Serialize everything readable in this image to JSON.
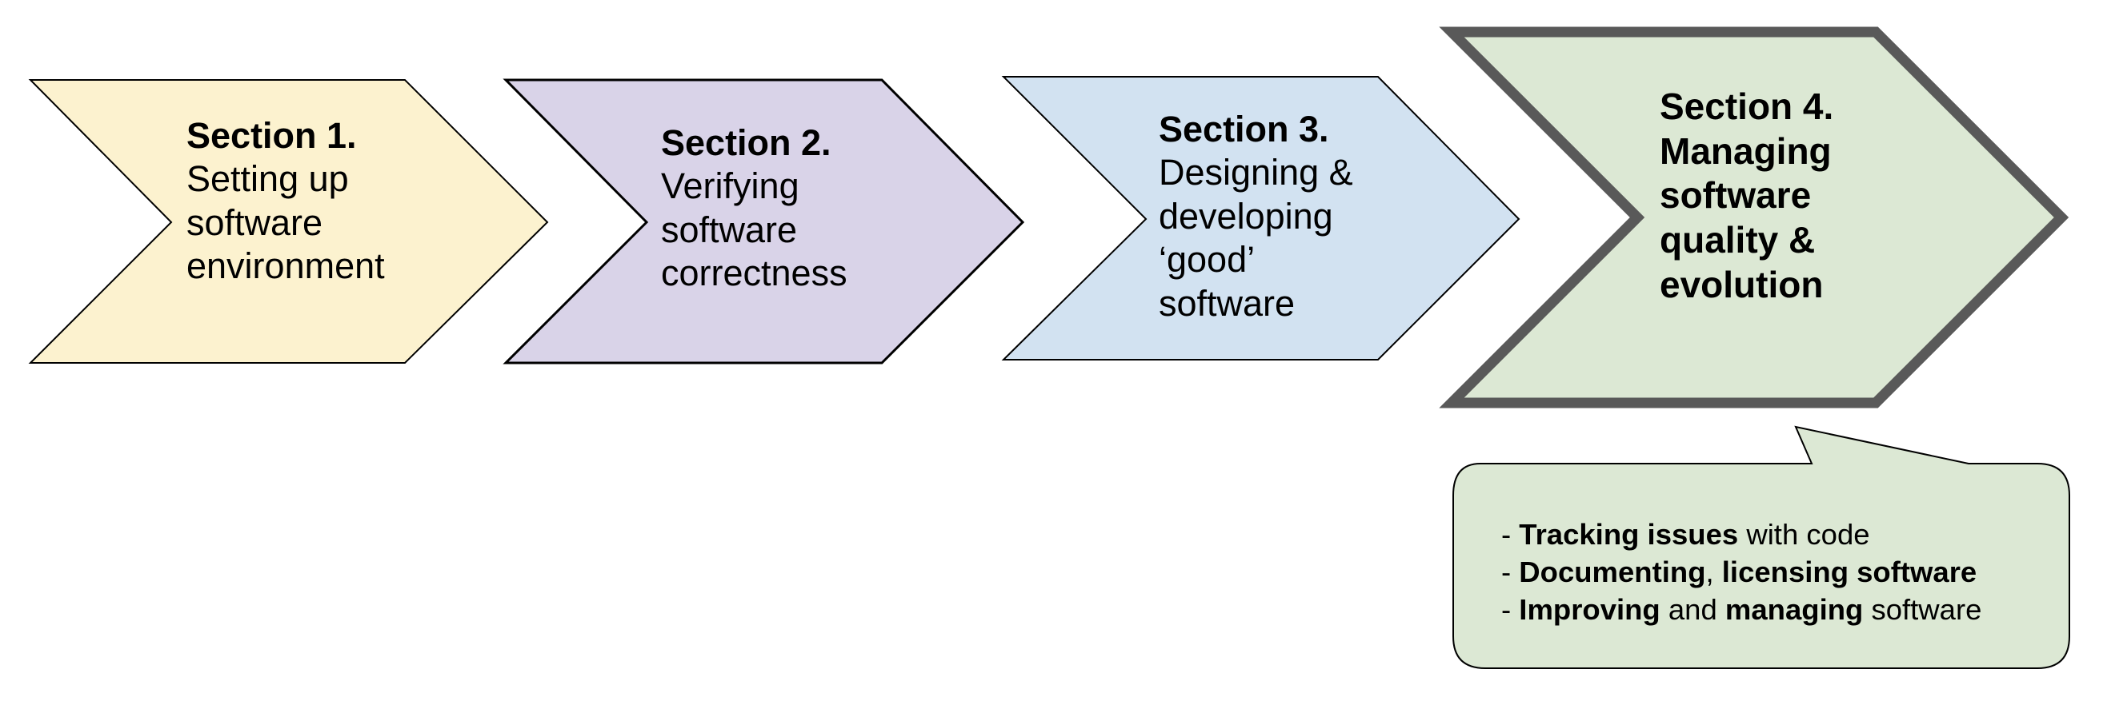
{
  "colors": {
    "section1_fill": "#fcf2cf",
    "section2_fill": "#d9d3e8",
    "section3_fill": "#d2e2f1",
    "section4_fill": "#dce8d4",
    "callout_fill": "#dce8d4",
    "section4_border": "#595959",
    "outline": "#000000"
  },
  "sections": [
    {
      "title": "Section 1.",
      "lines": [
        "Setting up",
        "software",
        "environment"
      ]
    },
    {
      "title": "Section 2.",
      "lines": [
        "Verifying",
        "software",
        "correctness"
      ]
    },
    {
      "title": "Section 3.",
      "lines": [
        "Designing &",
        "developing",
        "‘good’",
        "software"
      ]
    },
    {
      "title": "Section 4.",
      "lines": [
        "Managing",
        "software",
        "quality &",
        "evolution"
      ]
    }
  ],
  "callout": {
    "items": [
      {
        "prefix": "- ",
        "parts": [
          {
            "text": "Tracking issues",
            "bold": true
          },
          {
            "text": " with code",
            "bold": false
          }
        ]
      },
      {
        "prefix": "- ",
        "parts": [
          {
            "text": "Documenting",
            "bold": true
          },
          {
            "text": ", ",
            "bold": false
          },
          {
            "text": "licensing software",
            "bold": true
          }
        ]
      },
      {
        "prefix": "- ",
        "parts": [
          {
            "text": "Improving",
            "bold": true
          },
          {
            "text": " and ",
            "bold": false
          },
          {
            "text": "managing",
            "bold": true
          },
          {
            "text": " software",
            "bold": false
          }
        ]
      }
    ]
  }
}
